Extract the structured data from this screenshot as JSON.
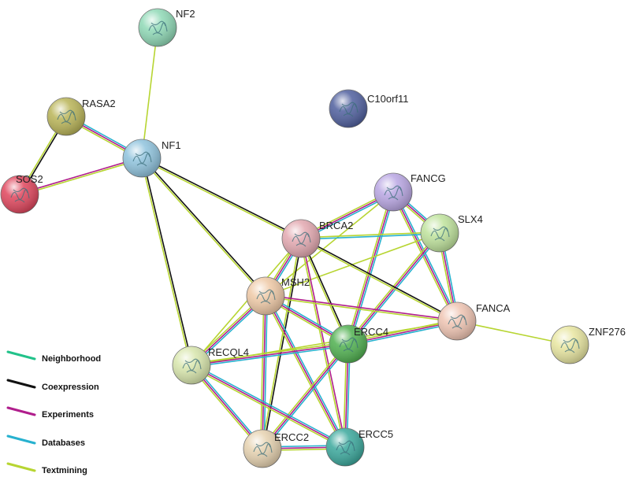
{
  "nodes": [
    {
      "id": "NF2",
      "label": "NF2",
      "color": "#8fd9b6"
    },
    {
      "id": "C10orf11",
      "label": "C10orf11",
      "color": "#4f5f9e"
    },
    {
      "id": "RASA2",
      "label": "RASA2",
      "color": "#b9b457"
    },
    {
      "id": "NF1",
      "label": "NF1",
      "color": "#8fc3dd"
    },
    {
      "id": "SOS2",
      "label": "SOS2",
      "color": "#e0455c"
    },
    {
      "id": "FANCG",
      "label": "FANCG",
      "color": "#b9a6e3"
    },
    {
      "id": "SLX4",
      "label": "SLX4",
      "color": "#bfe39c"
    },
    {
      "id": "BRCA2",
      "label": "BRCA2",
      "color": "#e3a8b0"
    },
    {
      "id": "MSH2",
      "label": "MSH2",
      "color": "#efc9a6"
    },
    {
      "id": "FANCA",
      "label": "FANCA",
      "color": "#efc4b2"
    },
    {
      "id": "ERCC4",
      "label": "ERCC4",
      "color": "#4fb04f"
    },
    {
      "id": "RECQL4",
      "label": "RECQL4",
      "color": "#d8e6ac"
    },
    {
      "id": "ZNF276",
      "label": "ZNF276",
      "color": "#e8e6a0"
    },
    {
      "id": "ERCC2",
      "label": "ERCC2",
      "color": "#e6d2b0"
    },
    {
      "id": "ERCC5",
      "label": "ERCC5",
      "color": "#3aa89c"
    }
  ],
  "evidence_colors": {
    "neighborhood": "#22c28a",
    "coexpression": "#111111",
    "experiments": "#b01e8c",
    "databases": "#27b1cf",
    "textmining": "#b7d532"
  },
  "edges": [
    {
      "a": "NF2",
      "b": "NF1",
      "types": [
        "textmining"
      ]
    },
    {
      "a": "RASA2",
      "b": "NF1",
      "types": [
        "databases",
        "experiments",
        "textmining"
      ]
    },
    {
      "a": "RASA2",
      "b": "SOS2",
      "types": [
        "coexpression",
        "textmining"
      ]
    },
    {
      "a": "SOS2",
      "b": "NF1",
      "types": [
        "experiments",
        "textmining"
      ]
    },
    {
      "a": "NF1",
      "b": "BRCA2",
      "types": [
        "coexpression",
        "textmining"
      ]
    },
    {
      "a": "NF1",
      "b": "MSH2",
      "types": [
        "coexpression",
        "textmining"
      ]
    },
    {
      "a": "NF1",
      "b": "RECQL4",
      "types": [
        "coexpression",
        "textmining"
      ]
    },
    {
      "a": "FANCG",
      "b": "SLX4",
      "types": [
        "databases",
        "experiments",
        "textmining"
      ]
    },
    {
      "a": "FANCG",
      "b": "BRCA2",
      "types": [
        "databases",
        "experiments",
        "textmining"
      ]
    },
    {
      "a": "FANCG",
      "b": "FANCA",
      "types": [
        "databases",
        "experiments",
        "textmining"
      ]
    },
    {
      "a": "FANCG",
      "b": "ERCC4",
      "types": [
        "databases",
        "experiments",
        "textmining"
      ]
    },
    {
      "a": "FANCG",
      "b": "MSH2",
      "types": [
        "textmining"
      ]
    },
    {
      "a": "SLX4",
      "b": "BRCA2",
      "types": [
        "databases",
        "textmining"
      ]
    },
    {
      "a": "SLX4",
      "b": "FANCA",
      "types": [
        "databases",
        "experiments",
        "textmining"
      ]
    },
    {
      "a": "SLX4",
      "b": "ERCC4",
      "types": [
        "databases",
        "experiments",
        "textmining"
      ]
    },
    {
      "a": "SLX4",
      "b": "MSH2",
      "types": [
        "textmining"
      ]
    },
    {
      "a": "BRCA2",
      "b": "MSH2",
      "types": [
        "databases",
        "experiments",
        "textmining"
      ]
    },
    {
      "a": "BRCA2",
      "b": "FANCA",
      "types": [
        "coexpression",
        "textmining"
      ]
    },
    {
      "a": "BRCA2",
      "b": "ERCC4",
      "types": [
        "coexpression",
        "textmining"
      ]
    },
    {
      "a": "BRCA2",
      "b": "RECQL4",
      "types": [
        "textmining"
      ]
    },
    {
      "a": "BRCA2",
      "b": "ERCC2",
      "types": [
        "coexpression",
        "textmining"
      ]
    },
    {
      "a": "BRCA2",
      "b": "ERCC5",
      "types": [
        "experiments",
        "textmining"
      ]
    },
    {
      "a": "MSH2",
      "b": "ERCC4",
      "types": [
        "databases",
        "experiments",
        "textmining"
      ]
    },
    {
      "a": "MSH2",
      "b": "FANCA",
      "types": [
        "experiments",
        "textmining"
      ]
    },
    {
      "a": "MSH2",
      "b": "RECQL4",
      "types": [
        "databases",
        "experiments",
        "textmining"
      ]
    },
    {
      "a": "MSH2",
      "b": "ERCC2",
      "types": [
        "databases",
        "experiments",
        "textmining"
      ]
    },
    {
      "a": "MSH2",
      "b": "ERCC5",
      "types": [
        "databases",
        "experiments",
        "textmining"
      ]
    },
    {
      "a": "FANCA",
      "b": "ERCC4",
      "types": [
        "databases",
        "experiments",
        "textmining"
      ]
    },
    {
      "a": "FANCA",
      "b": "ZNF276",
      "types": [
        "textmining"
      ]
    },
    {
      "a": "FANCA",
      "b": "RECQL4",
      "types": [
        "textmining"
      ]
    },
    {
      "a": "ERCC4",
      "b": "RECQL4",
      "types": [
        "databases",
        "experiments",
        "textmining"
      ]
    },
    {
      "a": "ERCC4",
      "b": "ERCC2",
      "types": [
        "databases",
        "experiments",
        "textmining"
      ]
    },
    {
      "a": "ERCC4",
      "b": "ERCC5",
      "types": [
        "databases",
        "experiments",
        "textmining"
      ]
    },
    {
      "a": "RECQL4",
      "b": "ERCC2",
      "types": [
        "databases",
        "experiments",
        "textmining"
      ]
    },
    {
      "a": "RECQL4",
      "b": "ERCC5",
      "types": [
        "databases",
        "experiments",
        "textmining"
      ]
    },
    {
      "a": "ERCC2",
      "b": "ERCC5",
      "types": [
        "databases",
        "experiments",
        "textmining"
      ]
    }
  ],
  "legend": [
    {
      "label": "Neighborhood",
      "type": "neighborhood"
    },
    {
      "label": "Coexpression",
      "type": "coexpression"
    },
    {
      "label": "Experiments",
      "type": "experiments"
    },
    {
      "label": "Databases",
      "type": "databases"
    },
    {
      "label": "Textmining",
      "type": "textmining"
    }
  ]
}
